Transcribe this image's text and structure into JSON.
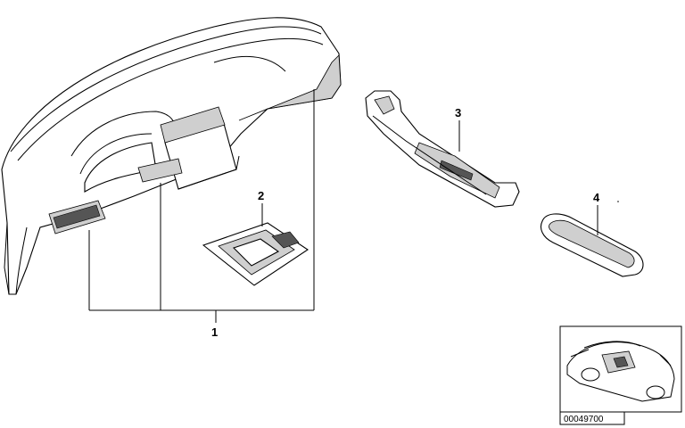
{
  "diagram": {
    "callouts": [
      {
        "id": "1",
        "label": "1"
      },
      {
        "id": "2",
        "label": "2"
      },
      {
        "id": "3",
        "label": "3"
      },
      {
        "id": "4",
        "label": "4"
      }
    ],
    "reference_code": "00049700"
  }
}
